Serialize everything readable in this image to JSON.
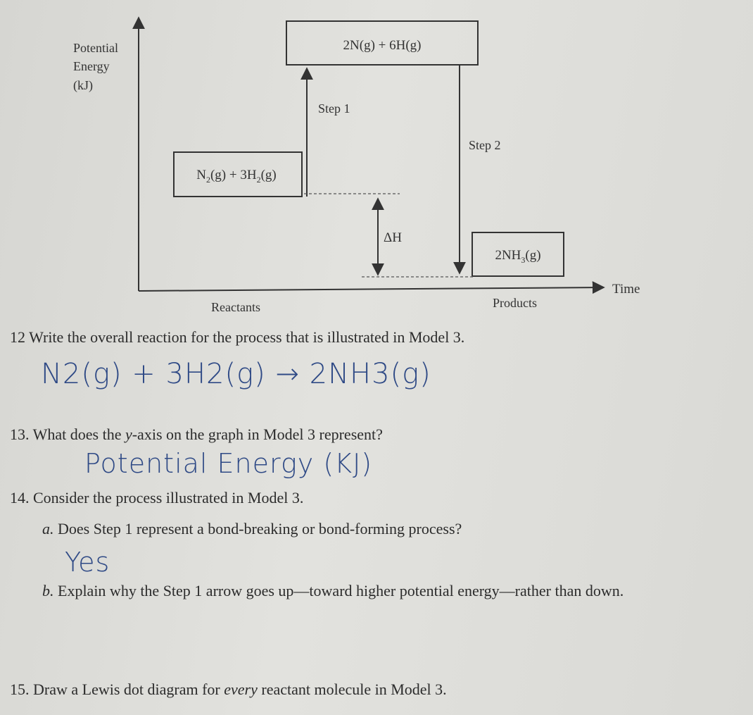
{
  "diagram": {
    "y_axis_label_lines": [
      "Potential",
      "Energy",
      "(kJ)"
    ],
    "x_axis_label": "Time",
    "reactants_label": "Reactants",
    "products_label": "Products",
    "top_box": "2N(g) + 6H(g)",
    "reactant_box": {
      "pre1": "N",
      "sub1": "2",
      "mid": "(g) + 3H",
      "sub2": "2",
      "post": "(g)"
    },
    "product_box": {
      "pre": "2NH",
      "sub": "3",
      "post": "(g)"
    },
    "step1_label": "Step 1",
    "step2_label": "Step 2",
    "delta_h_label": "ΔH"
  },
  "questions": {
    "q12": {
      "text": "12  Write the overall reaction for the process that is illustrated in Model 3.",
      "answer": "N2(g) + 3H2(g) → 2NH3(g)"
    },
    "q13": {
      "number": "13.",
      "pre": "What does the ",
      "italic": "y",
      "post": "-axis on the graph in Model 3 represent?",
      "answer": "Potential Energy (KJ)"
    },
    "q14": {
      "text": "14.  Consider the process illustrated in Model 3."
    },
    "q14a": {
      "letter": "a.",
      "text": "Does Step 1 represent a bond-breaking or bond-forming process?",
      "answer": "Yes"
    },
    "q14b": {
      "letter": "b.",
      "text": "Explain why the Step 1 arrow goes up—toward higher potential energy—rather than down."
    },
    "q15": {
      "number": "15.",
      "pre": "Draw a Lewis dot diagram for ",
      "italic": "every",
      "post": " reactant molecule in Model 3."
    }
  }
}
